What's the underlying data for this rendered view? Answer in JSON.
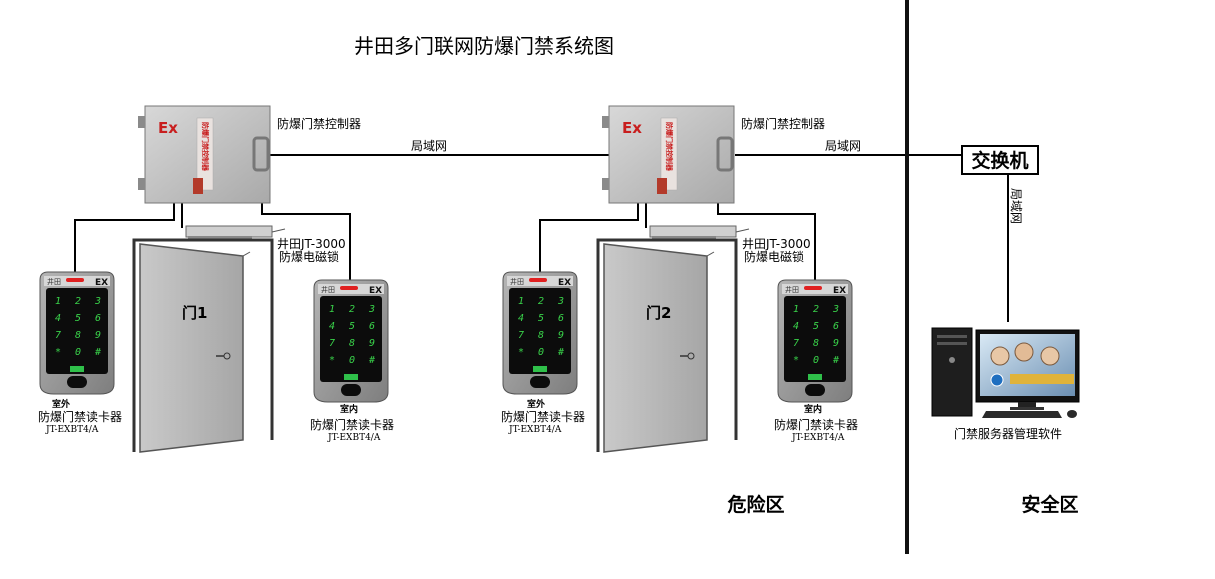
{
  "title": "井田多门联网防爆门禁系统图",
  "controller_label": "防爆门禁控制器",
  "controller_badge": "Ex",
  "controller_plate": "防爆门禁控制器",
  "lan_label": "局域网",
  "switch_label": "交换机",
  "lock_label_line1": "井田JT-3000",
  "lock_label_line2": "防爆电磁锁",
  "doors": [
    {
      "label": "门1"
    },
    {
      "label": "门2"
    }
  ],
  "reader_outdoor": "室外",
  "reader_indoor": "室内",
  "reader_name": "防爆门禁读卡器",
  "reader_model": "JT-EXBT4/A",
  "reader_badge": "EX",
  "reader_brand": "井田",
  "keypad_keys": [
    "1",
    "2",
    "3",
    "4",
    "5",
    "6",
    "7",
    "8",
    "9",
    "*",
    "0",
    "#"
  ],
  "server_label": "门禁服务器管理软件",
  "zone_danger": "危险区",
  "zone_safe": "安全区",
  "colors": {
    "line": "#000000",
    "divider": "#111111",
    "reader_body": "#9a9a9a",
    "key_green": "#39d24a",
    "controller": "#bdbdbd",
    "ex_red": "#c81e1e"
  }
}
